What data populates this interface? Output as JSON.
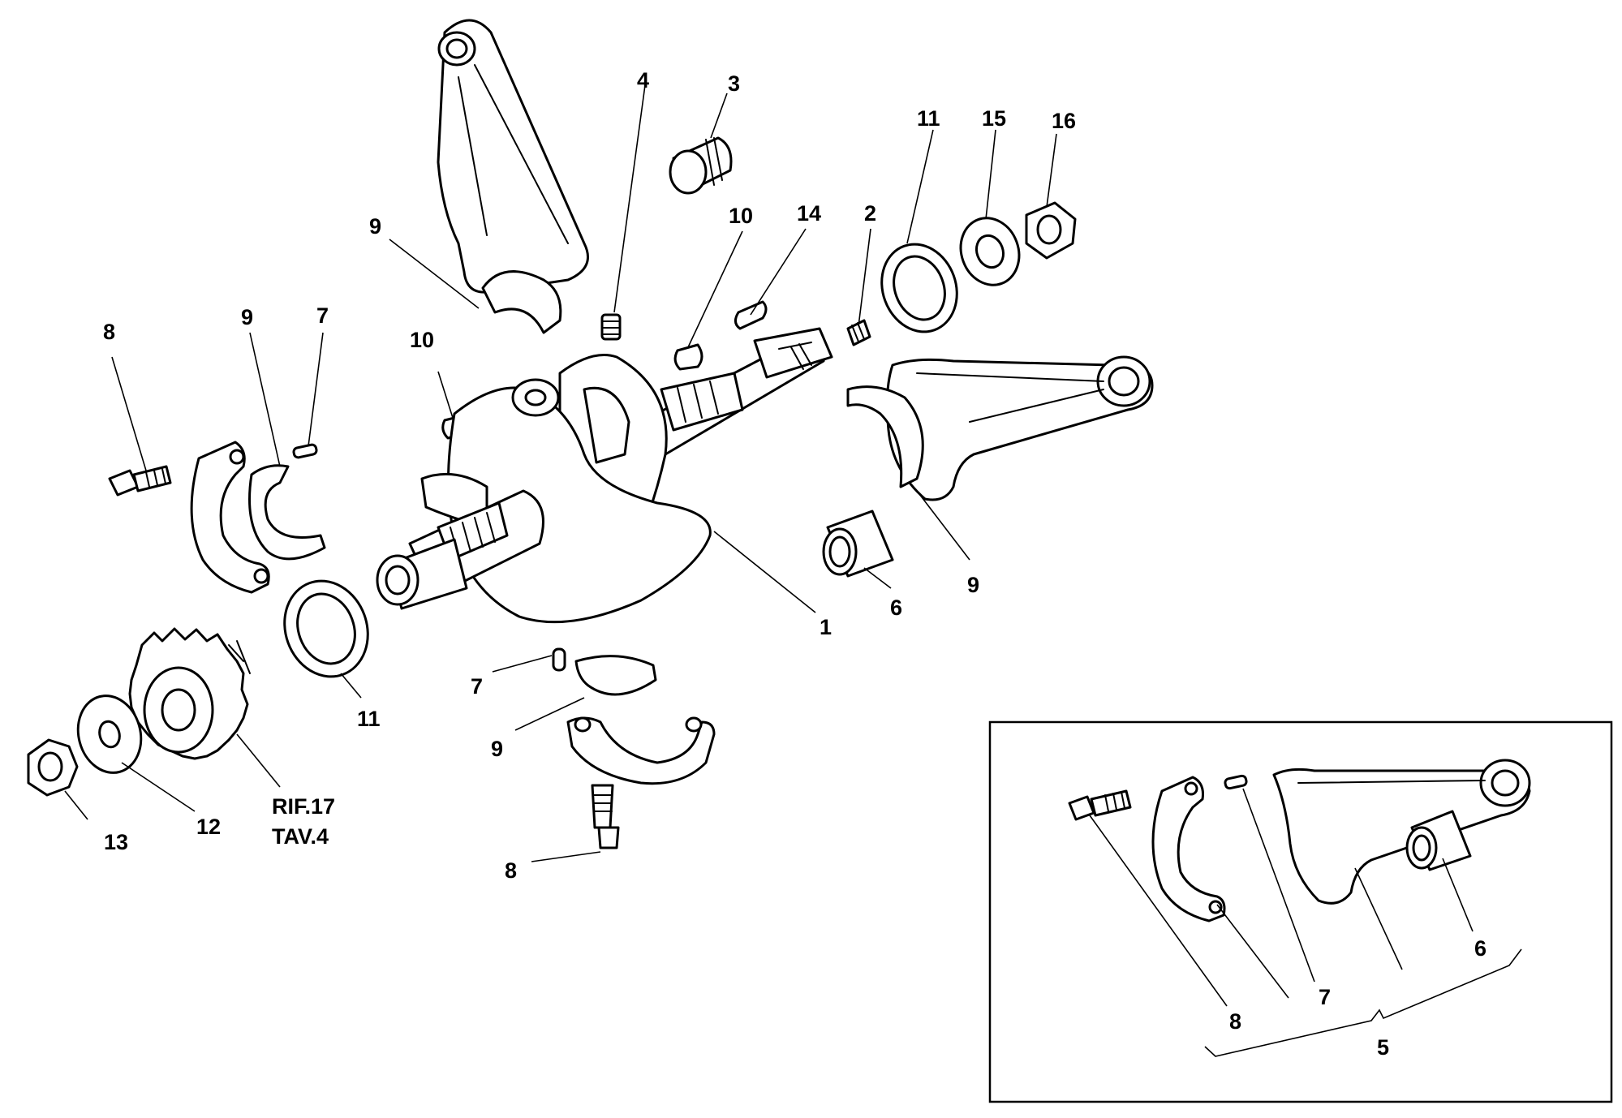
{
  "callouts": {
    "c4": "4",
    "c3": "3",
    "c11a": "11",
    "c15": "15",
    "c16": "16",
    "c9a": "9",
    "c10a": "10",
    "c14": "14",
    "c2": "2",
    "c8a": "8",
    "c9b": "9",
    "c7a": "7",
    "c10b": "10",
    "c1": "1",
    "c6a": "6",
    "c9c": "9",
    "c11b": "11",
    "c7b": "7",
    "c9d": "9",
    "c8b": "8",
    "c13": "13",
    "c12": "12",
    "inset8": "8",
    "inset7": "7",
    "inset6": "6",
    "inset5": "5"
  },
  "reference": {
    "line1": "RIF.17",
    "line2": "TAV.4"
  },
  "colors": {
    "ink": "#000000",
    "paper": "#ffffff"
  }
}
